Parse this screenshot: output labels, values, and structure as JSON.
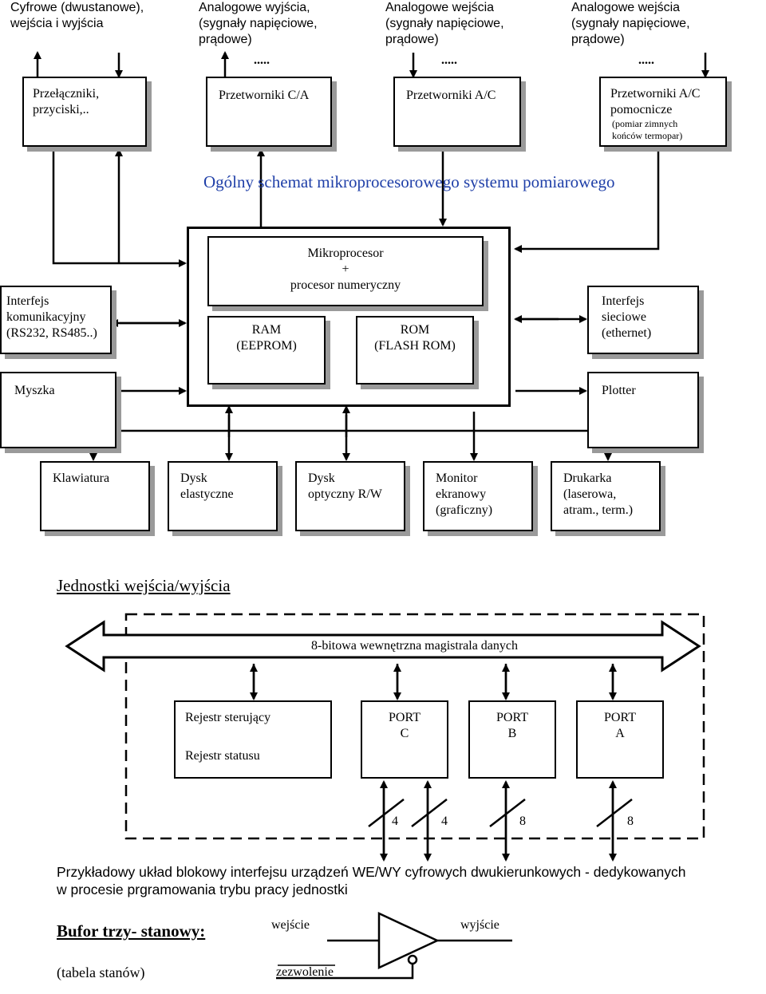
{
  "top_labels": {
    "digital": [
      "Cyfrowe (dwustanowe),",
      "wejścia i wyjścia"
    ],
    "analog_out": [
      "Analogowe wyjścia,",
      "(sygnały napięciowe,",
      "prądowe)"
    ],
    "analog_in_1": [
      "Analogowe wejścia",
      "(sygnały napięciowe,",
      "prądowe)"
    ],
    "analog_in_2": [
      "Analogowe wejścia",
      "(sygnały napięciowe,",
      "prądowe)"
    ],
    "dots": "....."
  },
  "top_boxes": {
    "switches": [
      "Przełączniki,",
      "przyciski,.."
    ],
    "dac": "Przetworniki C/A",
    "adc": "Przetworniki A/C",
    "adc_aux": [
      "Przetworniki A/C",
      "pomocnicze"
    ],
    "adc_aux_note": [
      "(pomiar zimnych",
      "końców termopar)"
    ]
  },
  "title": "Ogólny schemat mikroprocesorowego systemu pomiarowego",
  "core": {
    "cpu": [
      "Mikroprocesor",
      "+",
      "procesor numeryczny"
    ],
    "ram": [
      "RAM",
      "(EEPROM)"
    ],
    "rom": [
      "ROM",
      "(FLASH ROM)"
    ]
  },
  "side_boxes": {
    "comm": [
      "Interfejs",
      "komunikacyjny",
      "(RS232, RS485..)"
    ],
    "net": [
      "Interfejs",
      "sieciowe",
      "(ethernet)"
    ],
    "mouse": "Myszka",
    "plotter": "Plotter"
  },
  "peripherals": {
    "keyboard": "Klawiatura",
    "floppy": [
      "Dysk",
      "elastyczne"
    ],
    "optical": [
      "Dysk",
      "optyczny R/W"
    ],
    "monitor": [
      "Monitor",
      "ekranowy",
      "(graficzny)"
    ],
    "printer": [
      "Drukarka",
      "(laserowa,",
      "atram., term.)"
    ]
  },
  "io_heading": "Jednostki wejścia/wyjścia",
  "bus_label": "8-bitowa wewnętrzna magistrala danych",
  "registers": {
    "control": "Rejestr sterujący",
    "status": "Rejestr statusu"
  },
  "ports": {
    "c": [
      "PORT",
      "C"
    ],
    "b": [
      "PORT",
      "B"
    ],
    "a": [
      "PORT",
      "A"
    ]
  },
  "bit_widths": [
    "4",
    "4",
    "8",
    "8"
  ],
  "caption": [
    "Przykładowy układ blokowy interfejsu urządzeń WE/WY cyfrowych dwukierunkowych - dedykowanych",
    "w procesie prgramowania trybu pracy jednostki"
  ],
  "buffer": {
    "heading": "Bufor trzy- stanowy:",
    "note": "(tabela stanów)",
    "input": "wejście",
    "output": "wyjście",
    "enable": "zezwolenie"
  }
}
